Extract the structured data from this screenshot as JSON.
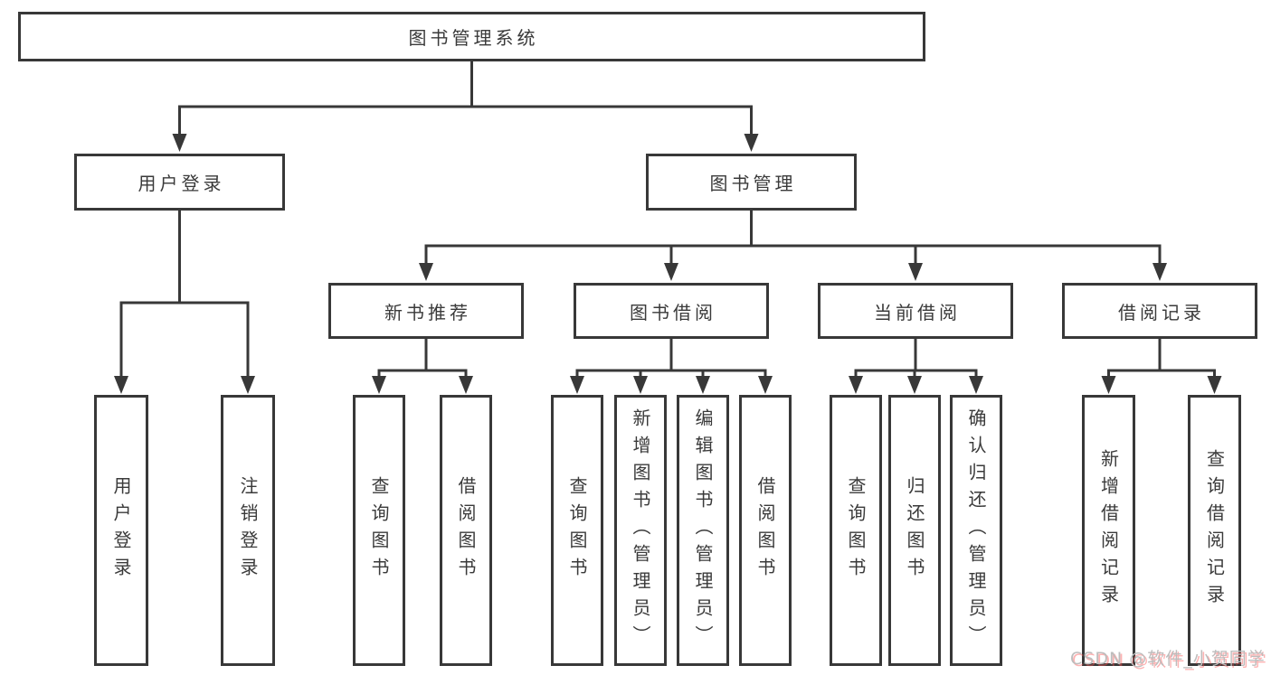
{
  "tree": {
    "label": "图书管理系统",
    "children": [
      {
        "label": "用户登录",
        "children": [
          {
            "label": "用户登录"
          },
          {
            "label": "注销登录"
          }
        ]
      },
      {
        "label": "图书管理",
        "children": [
          {
            "label": "新书推荐",
            "children": [
              {
                "label": "查询图书"
              },
              {
                "label": "借阅图书"
              }
            ]
          },
          {
            "label": "图书借阅",
            "children": [
              {
                "label": "查询图书"
              },
              {
                "label": "新增图书（管理员）"
              },
              {
                "label": "编辑图书（管理员）"
              },
              {
                "label": "借阅图书"
              }
            ]
          },
          {
            "label": "当前借阅",
            "children": [
              {
                "label": "查询图书"
              },
              {
                "label": "归还图书"
              },
              {
                "label": "确认归还（管理员）"
              }
            ]
          },
          {
            "label": "借阅记录",
            "children": [
              {
                "label": "新增借阅记录"
              },
              {
                "label": "查询借阅记录"
              }
            ]
          }
        ]
      }
    ]
  },
  "watermark": {
    "text": "CSDN @软件_小贺同学"
  },
  "colors": {
    "line": "#383838",
    "text": "#3a3a3a",
    "background": "#ffffff",
    "watermark": "#bdbdbd"
  }
}
